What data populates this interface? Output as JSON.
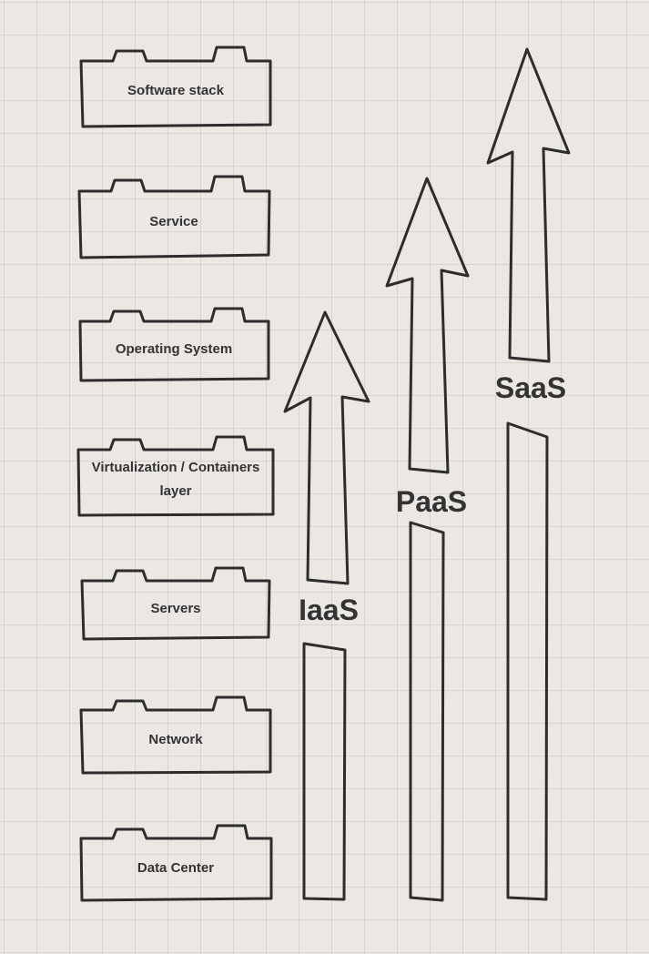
{
  "layers": {
    "software_stack": "Software stack",
    "service": "Service",
    "operating_system": "Operating System",
    "virtualization_line1": "Virtualization / Containers",
    "virtualization_line2": "layer",
    "servers": "Servers",
    "network": "Network",
    "data_center": "Data Center"
  },
  "models": {
    "iaas": "IaaS",
    "paas": "PaaS",
    "saas": "SaaS"
  }
}
